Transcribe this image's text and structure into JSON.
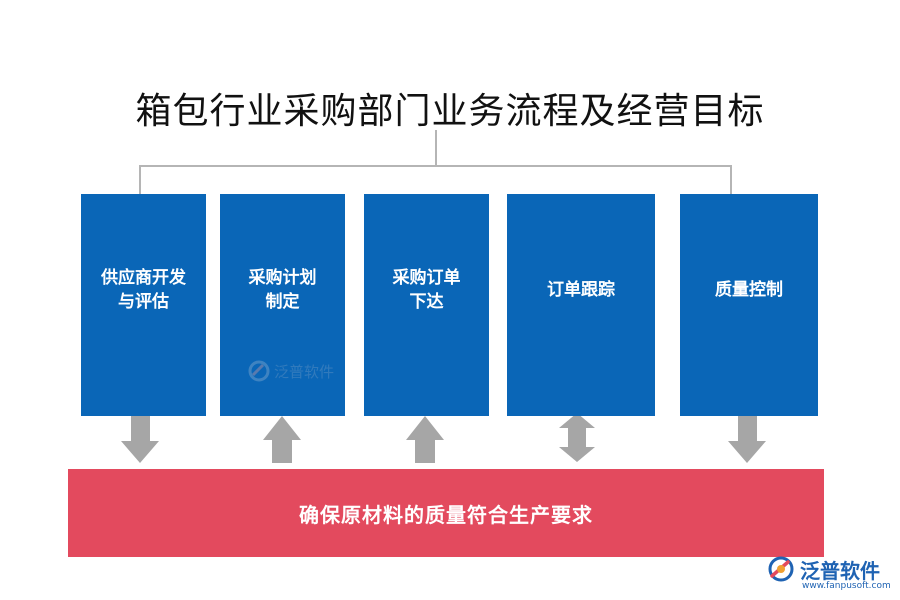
{
  "title": "箱包行业采购部门业务流程及经营目标",
  "steps": [
    {
      "label": "供应商开发\n与评估",
      "arrow": "down"
    },
    {
      "label": "采购计划\n制定",
      "arrow": "up"
    },
    {
      "label": "采购订单\n下达",
      "arrow": "up"
    },
    {
      "label": "订单跟踪",
      "arrow": "both"
    },
    {
      "label": "质量控制",
      "arrow": "down"
    }
  ],
  "goal": "确保原材料的质量符合生产要求",
  "watermark": {
    "text": "泛普软件"
  },
  "logo": {
    "brand": "泛普软件",
    "url": "www.fanpusoft.com"
  },
  "colors": {
    "box": "#0a66b7",
    "goal_bar": "#e34a5e",
    "arrow": "#a6a6a6",
    "connector": "#b5b5b5"
  }
}
